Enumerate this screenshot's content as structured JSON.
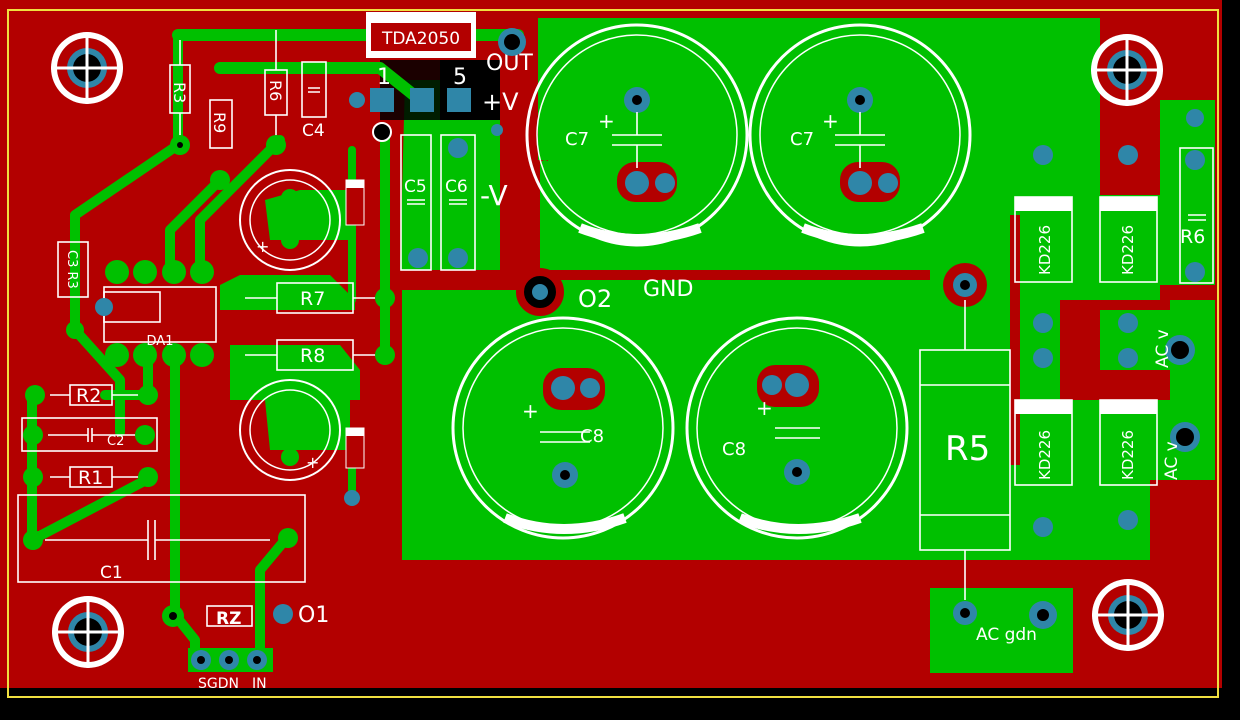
{
  "board": {
    "title_chip": "TDA2050",
    "colors": {
      "substrate": "#b30000",
      "copper": "#00c000",
      "outline": "#f0e040",
      "via": "#2f86a8"
    }
  },
  "labels": {
    "ic": "TDA2050",
    "out": "OUT",
    "pin1": "1",
    "pin5": "5",
    "plus_v": "+V",
    "minus_v": "-V",
    "gnd": "GND",
    "o2": "O2",
    "o1": "O1",
    "da1": "DA1",
    "r3": "R3",
    "r9": "R9",
    "r6a": "R6",
    "c4": "C4",
    "c5": "C5",
    "c6": "C6",
    "c7a": "C7",
    "c7b": "C7",
    "c8a": "C8",
    "c8b": "C8",
    "r7": "R7",
    "r8": "R8",
    "r2": "R2",
    "r1": "R1",
    "c2": "C2",
    "c1": "C1",
    "rz": "RZ",
    "c3r3": "C3 R3",
    "r5": "R5",
    "r6b": "R6",
    "kd1": "KD226",
    "kd2": "KD226",
    "kd3": "KD226",
    "kd4": "KD226",
    "acv1": "AC v",
    "acv2": "AC v",
    "acgdn": "AC gdn",
    "sgdn": "SGDN",
    "in": "IN",
    "plus": "+"
  }
}
